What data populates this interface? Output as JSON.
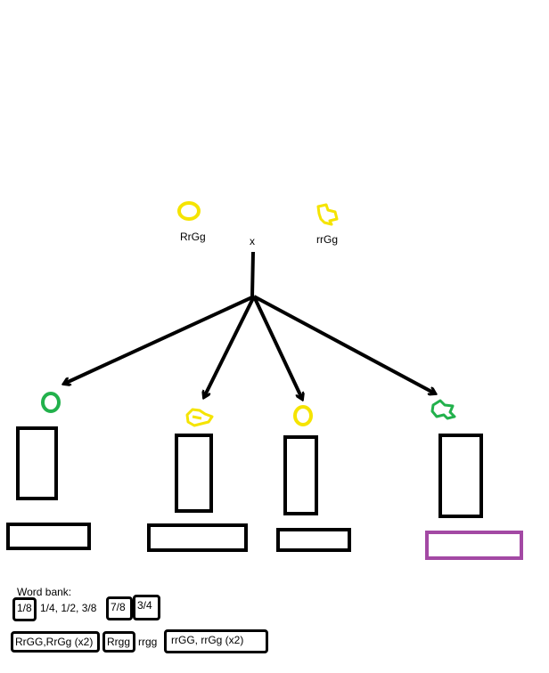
{
  "parents": {
    "left": {
      "genotype": "RrGg",
      "phenotype": "yellow-round-pea-icon"
    },
    "right": {
      "genotype": "rrGg",
      "phenotype": "yellow-wrinkled-pea-icon"
    },
    "cross_symbol": "x"
  },
  "offspring": [
    {
      "phenotype": "green-round-pea-icon"
    },
    {
      "phenotype": "yellow-wrinkled-pea-icon"
    },
    {
      "phenotype": "yellow-round-pea-icon"
    },
    {
      "phenotype": "green-wrinkled-pea-icon"
    }
  ],
  "word_bank": {
    "title": "Word bank:",
    "fractions_boxed_1": "1/8",
    "fractions_plain": "1/4, 1/2, 3/8",
    "fractions_boxed_2": "7/8",
    "fractions_boxed_3": "3/4",
    "genotypes_boxed_1": "RrGG,RrGg (x2)",
    "genotypes_boxed_2": "Rrgg",
    "genotypes_plain": "rrgg",
    "genotypes_boxed_3": "rrGG, rrGg (x2)"
  },
  "colors": {
    "yellow": "#f5e400",
    "green": "#22b14c",
    "purple": "#a349a4",
    "black": "#000000"
  }
}
